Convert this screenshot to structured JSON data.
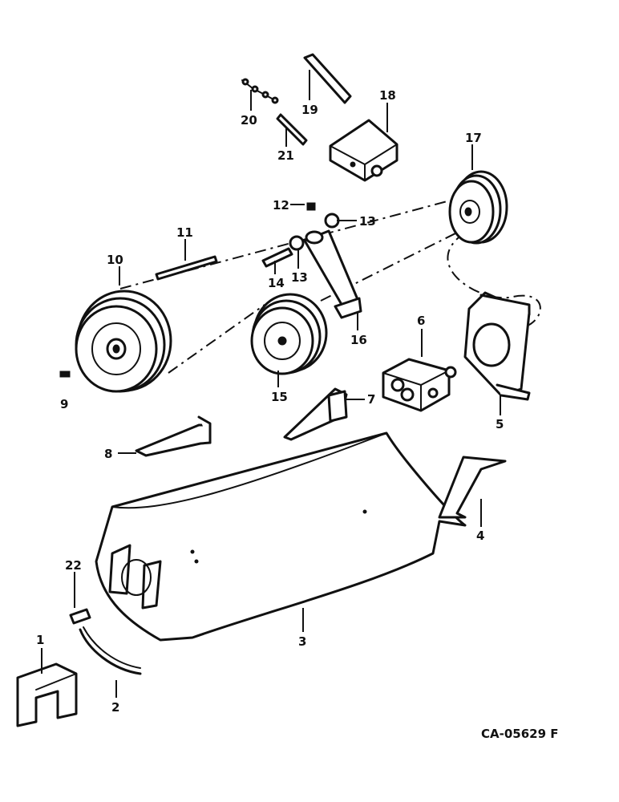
{
  "callouts": [
    {
      "id": "1",
      "label": "1"
    },
    {
      "id": "2",
      "label": "2"
    },
    {
      "id": "3",
      "label": "3"
    },
    {
      "id": "4",
      "label": "4"
    },
    {
      "id": "5",
      "label": "5"
    },
    {
      "id": "6",
      "label": "6"
    },
    {
      "id": "7",
      "label": "7"
    },
    {
      "id": "8",
      "label": "8"
    },
    {
      "id": "9",
      "label": "9"
    },
    {
      "id": "10",
      "label": "10"
    },
    {
      "id": "11",
      "label": "11"
    },
    {
      "id": "12",
      "label": "12"
    },
    {
      "id": "13a",
      "label": "13"
    },
    {
      "id": "13b",
      "label": "13"
    },
    {
      "id": "14",
      "label": "14"
    },
    {
      "id": "15",
      "label": "15"
    },
    {
      "id": "16",
      "label": "16"
    },
    {
      "id": "17",
      "label": "17"
    },
    {
      "id": "18",
      "label": "18"
    },
    {
      "id": "19",
      "label": "19"
    },
    {
      "id": "20",
      "label": "20"
    },
    {
      "id": "21",
      "label": "21"
    },
    {
      "id": "22",
      "label": "22"
    }
  ],
  "drawing_code": "CA-05629 F"
}
